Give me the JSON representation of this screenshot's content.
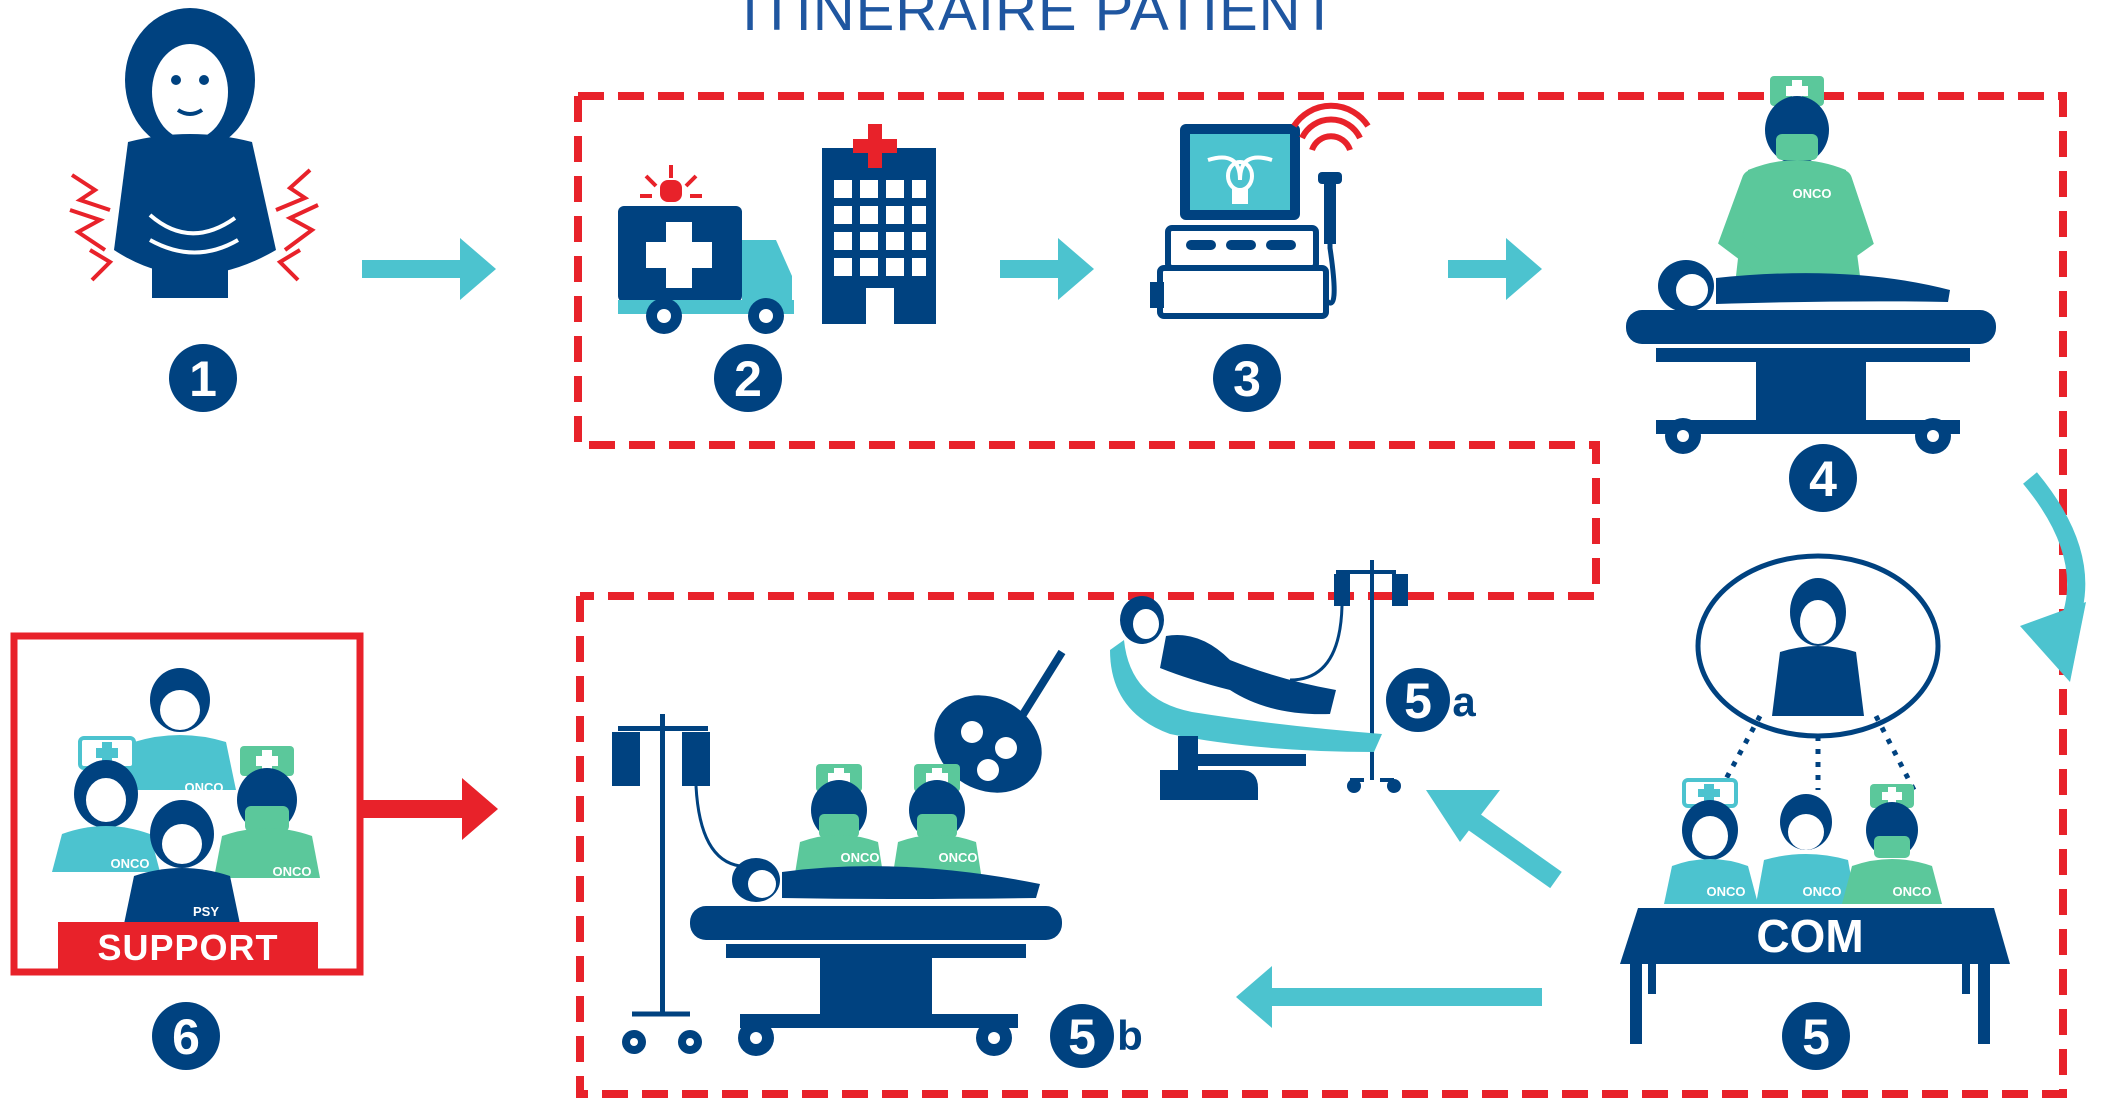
{
  "title": "ITINÉRAIRE PATIENT",
  "steps": {
    "s1": "1",
    "s2": "2",
    "s3": "3",
    "s4": "4",
    "s5": "5",
    "s5a": "5",
    "s5a_letter": "a",
    "s5b": "5",
    "s5b_letter": "b",
    "s6": "6"
  },
  "labels": {
    "onco": "ONCO",
    "psy": "PSY",
    "com": "COM",
    "support": "SUPPORT"
  },
  "colors": {
    "navy": "#004280",
    "teal": "#4cc3cf",
    "green": "#5bc89b",
    "red": "#e8222a"
  },
  "icons": [
    "patient-in-pain-icon",
    "ambulance-icon",
    "hospital-icon",
    "ultrasound-machine-icon",
    "surgeon-operating-icon",
    "consultation-meeting-icon",
    "chemotherapy-chair-icon",
    "surgery-table-icon",
    "support-team-icon"
  ]
}
